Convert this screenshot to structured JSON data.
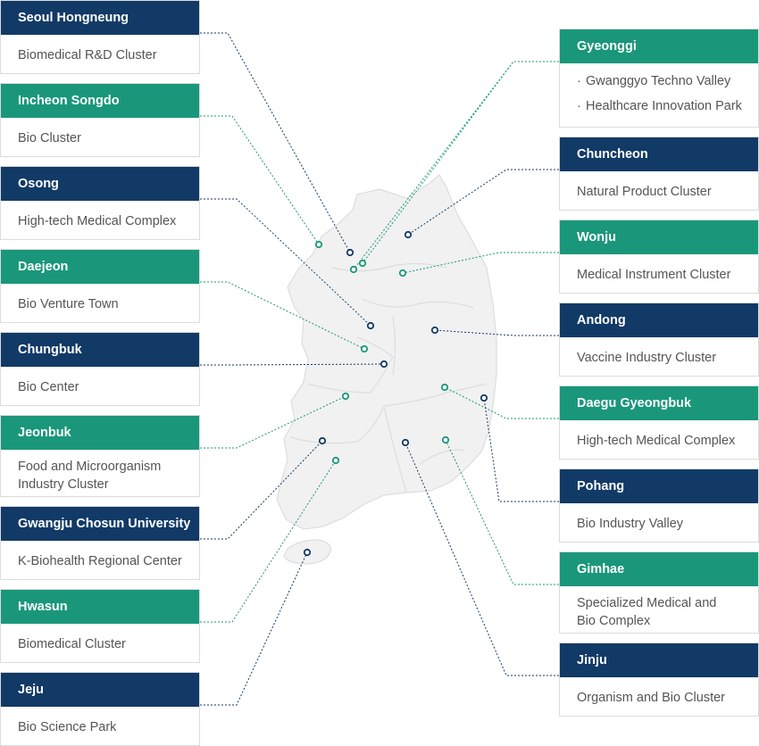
{
  "colors": {
    "navy": "#123a66",
    "green": "#1a977a",
    "map_fill": "#f1f1f1",
    "map_stroke": "#dddddd"
  },
  "clusters": [
    {
      "id": "seoul-hongneung",
      "side": "left",
      "theme": "navy",
      "name": "Seoul Hongneung",
      "lines": [
        "Biomedical R&D Cluster"
      ]
    },
    {
      "id": "incheon-songdo",
      "side": "left",
      "theme": "green",
      "name": "Incheon Songdo",
      "lines": [
        "Bio Cluster"
      ]
    },
    {
      "id": "osong",
      "side": "left",
      "theme": "navy",
      "name": "Osong",
      "lines": [
        "High-tech Medical Complex"
      ]
    },
    {
      "id": "daejeon",
      "side": "left",
      "theme": "green",
      "name": "Daejeon",
      "lines": [
        "Bio Venture Town"
      ]
    },
    {
      "id": "chungbuk",
      "side": "left",
      "theme": "navy",
      "name": "Chungbuk",
      "lines": [
        "Bio Center"
      ]
    },
    {
      "id": "jeonbuk",
      "side": "left",
      "theme": "green",
      "name": "Jeonbuk",
      "lines": [
        "Food and Microorganism",
        "Industry Cluster"
      ]
    },
    {
      "id": "gwangju",
      "side": "left",
      "theme": "navy",
      "name": "Gwangju Chosun University",
      "lines": [
        "K-Biohealth Regional Center"
      ]
    },
    {
      "id": "hwasun",
      "side": "left",
      "theme": "green",
      "name": "Hwasun",
      "lines": [
        "Biomedical Cluster"
      ]
    },
    {
      "id": "jeju",
      "side": "left",
      "theme": "navy",
      "name": "Jeju",
      "lines": [
        "Bio Science Park"
      ]
    },
    {
      "id": "gyeonggi",
      "side": "right",
      "theme": "green",
      "name": "Gyeonggi",
      "bullets": [
        "Gwanggyo Techno Valley",
        "Healthcare Innovation Park"
      ]
    },
    {
      "id": "chuncheon",
      "side": "right",
      "theme": "navy",
      "name": "Chuncheon",
      "lines": [
        "Natural Product Cluster"
      ]
    },
    {
      "id": "wonju",
      "side": "right",
      "theme": "green",
      "name": "Wonju",
      "lines": [
        "Medical Instrument Cluster"
      ]
    },
    {
      "id": "andong",
      "side": "right",
      "theme": "navy",
      "name": "Andong",
      "lines": [
        "Vaccine Industry Cluster"
      ]
    },
    {
      "id": "daegu-gyeongbuk",
      "side": "right",
      "theme": "green",
      "name": "Daegu Gyeongbuk",
      "lines": [
        "High-tech Medical Complex"
      ]
    },
    {
      "id": "pohang",
      "side": "right",
      "theme": "navy",
      "name": "Pohang",
      "lines": [
        "Bio Industry Valley"
      ]
    },
    {
      "id": "gimhae",
      "side": "right",
      "theme": "green",
      "name": "Gimhae",
      "lines": [
        "Specialized Medical and",
        "Bio Complex"
      ]
    },
    {
      "id": "jinju",
      "side": "right",
      "theme": "navy",
      "name": "Jinju",
      "lines": [
        "Organism and Bio Cluster"
      ]
    }
  ]
}
